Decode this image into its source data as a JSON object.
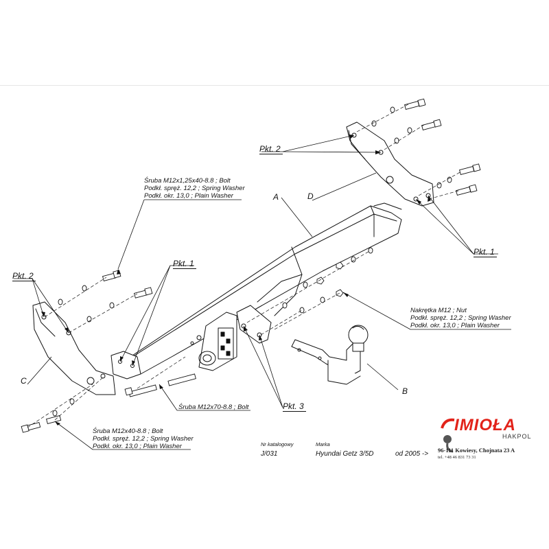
{
  "labels": {
    "pkt2_top": "Pkt. 2",
    "pkt2_left": "Pkt. 2",
    "pkt1_left": "Pkt. 1",
    "pkt1_right": "Pkt. 1",
    "pkt3": "Pkt. 3",
    "A": "A",
    "B": "B",
    "C": "C",
    "D": "D"
  },
  "notes": {
    "top_bolt": [
      "Śruba M12x1,25x40-8.8 ;  Bolt",
      "Podkł. spręż. 12,2 ; Spring Washer",
      "Podkł. okr. 13,0 ; Plain Washer"
    ],
    "nut": [
      "Nakrętka  M12 ; Nut",
      "Podkł. spręż. 12,2 ; Spring Washer",
      "Podkł. okr. 13,0 ; Plain Washer"
    ],
    "bolt70": "Śruba M12x70-8.8 ;  Bolt",
    "bottom_bolt": [
      "Śruba M12x40-8.8 ;  Bolt",
      "Podkł. spręż. 12,2 ; Spring Washer",
      "Podkł. okr. 13,0 ; Plain Washer"
    ]
  },
  "catalog": {
    "nr_label": "Nr katalogowy",
    "nr_value": "J/031",
    "marka_label": "Marka",
    "marka_value": "Hyundai Getz 3/5D",
    "od_value": "od  2005 ->"
  },
  "brand": {
    "name": "IMIOŁA",
    "sub": "HAKPOL",
    "address": "96-111 Kowiesy, Chojnata 23 A",
    "phone": "tel. +48 46 831 73 31",
    "color": "#e2231a"
  }
}
